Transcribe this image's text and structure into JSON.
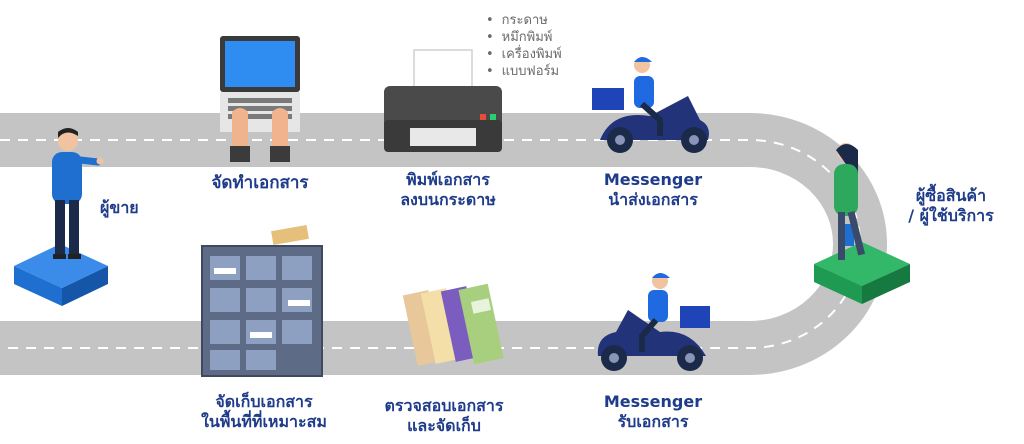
{
  "steps": {
    "seller": "ผู้ขาย",
    "prepare": "จัดทำเอกสาร",
    "print": [
      "พิมพ์เอกสาร",
      "ลงบนกระดาษ"
    ],
    "deliver": [
      "Messenger",
      "นำส่งเอกสาร"
    ],
    "buyer": [
      "ผู้ซื้อสินค้า",
      "/ ผู้ใช้บริการ"
    ],
    "receive": [
      "Messenger",
      "รับเอกสาร"
    ],
    "check": [
      "ตรวจสอบเอกสาร",
      "และจัดเก็บ"
    ],
    "store": [
      "จัดเก็บเอกสาร",
      "ในพื้นที่ที่เหมาะสม"
    ]
  },
  "print_supplies": [
    "กระดาษ",
    "หมึกพิมพ์",
    "เครื่องพิมพ์",
    "แบบฟอร์ม"
  ],
  "colors": {
    "road": "#c4c4c4",
    "lane": "#ffffff",
    "label": "#1f3c8a",
    "seller_platform": "#1e6fd0",
    "buyer_platform": "#1e9a52",
    "scooter": "#23337a"
  }
}
